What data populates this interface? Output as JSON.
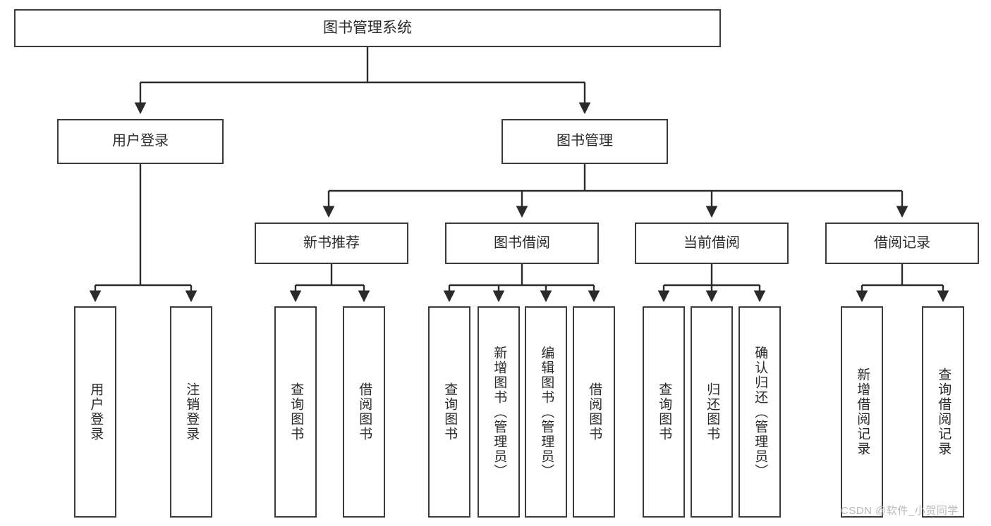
{
  "diagram": {
    "type": "tree-hierarchy",
    "title": "图书管理系统",
    "watermark": "CSDN @软件_小贺同学",
    "colors": {
      "background": "#ffffff",
      "box_border": "#3b3b3b",
      "box_fill": "#ffffff",
      "text": "#2a2a2a",
      "edge": "#2b2b2b",
      "watermark": "#b9b9b9"
    },
    "nodes": {
      "root": {
        "label": "图书管理系统",
        "level": 1
      },
      "level2": [
        {
          "id": "user-login",
          "label": "用户登录"
        },
        {
          "id": "book-manage",
          "label": "图书管理"
        }
      ],
      "level3": [
        {
          "id": "new-book-recommend",
          "label": "新书推荐"
        },
        {
          "id": "book-borrow",
          "label": "图书借阅"
        },
        {
          "id": "current-borrow",
          "label": "当前借阅"
        },
        {
          "id": "borrow-record",
          "label": "借阅记录"
        }
      ],
      "leaves": {
        "user_login": [
          {
            "id": "leaf-user-login",
            "label": "用户登录"
          },
          {
            "id": "leaf-logout-login",
            "label": "注销登录"
          }
        ],
        "new_book_recommend": [
          {
            "id": "leaf-query-book-1",
            "label": "查询图书"
          },
          {
            "id": "leaf-borrow-book-1",
            "label": "借阅图书"
          }
        ],
        "book_borrow": [
          {
            "id": "leaf-query-book-2",
            "label": "查询图书"
          },
          {
            "id": "leaf-add-book",
            "label": "新增图书（管理员）"
          },
          {
            "id": "leaf-edit-book",
            "label": "编辑图书（管理员）"
          },
          {
            "id": "leaf-borrow-book-2",
            "label": "借阅图书"
          }
        ],
        "current_borrow": [
          {
            "id": "leaf-query-book-3",
            "label": "查询图书"
          },
          {
            "id": "leaf-return-book",
            "label": "归还图书"
          },
          {
            "id": "leaf-confirm-return",
            "label": "确认归还（管理员）"
          }
        ],
        "borrow_record": [
          {
            "id": "leaf-add-record",
            "label": "新增借阅记录"
          },
          {
            "id": "leaf-query-record",
            "label": "查询借阅记录"
          }
        ]
      }
    }
  }
}
